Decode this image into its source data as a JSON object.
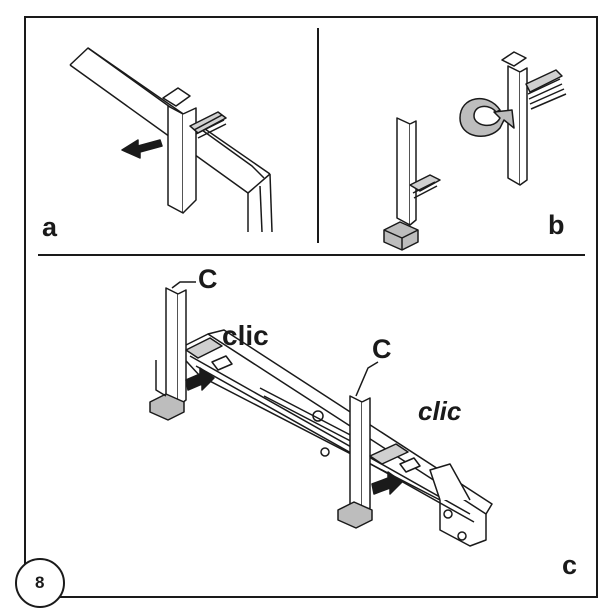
{
  "figure": {
    "step_number": "8",
    "panel_a": {
      "label": "a"
    },
    "panel_b": {
      "label": "b"
    },
    "panel_c": {
      "label": "c",
      "callout_c_left": "C",
      "callout_c_right": "C",
      "clic_left": "clic",
      "clic_right": "clic"
    }
  },
  "colors": {
    "ink": "#1a1a1a",
    "shade": "#bdbdbd",
    "paper": "#ffffff"
  }
}
